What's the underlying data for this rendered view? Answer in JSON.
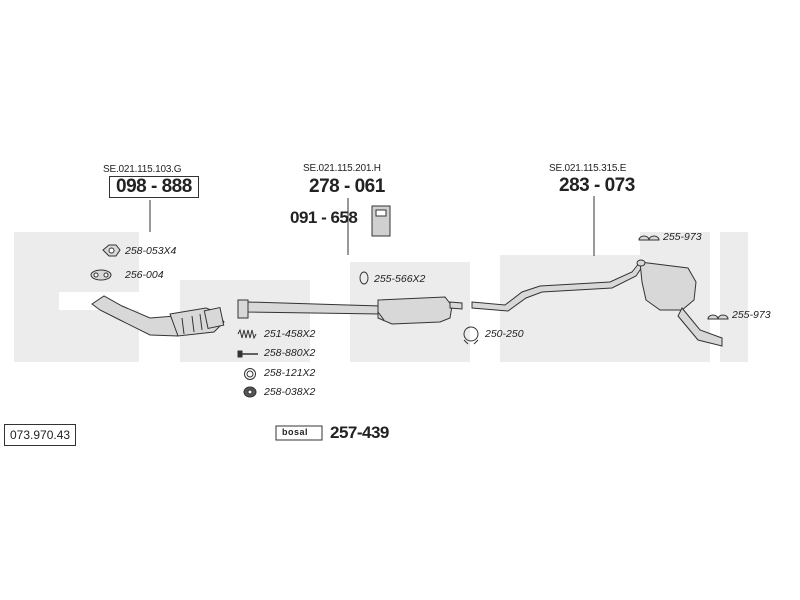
{
  "catalog_number": "073.970.43",
  "groups": [
    {
      "oe_ref": "SE.021.115.103.G",
      "part_no": "098 - 888",
      "boxed": true
    },
    {
      "oe_ref": "SE.021.115.201.H",
      "part_no": "278 - 061",
      "boxed": false
    },
    {
      "oe_ref": "SE.021.115.315.E",
      "part_no": "283 - 073",
      "boxed": false
    }
  ],
  "bracket": {
    "part_no": "091 - 658"
  },
  "hardware": {
    "nut": "258-053X4",
    "gasket_front": "256-004",
    "spring": "251-458X2",
    "bolt": "258-880X2",
    "ring": "258-121X2",
    "nut2": "258-038X2",
    "clamp_mid": "255-566X2",
    "clamp_connector": "250-250",
    "hanger_top": "255-973",
    "hanger_right": "255-973"
  },
  "kit": {
    "logo": "bosal",
    "part_no": "257-439"
  },
  "watermark": "bosal",
  "colors": {
    "line": "#333333",
    "part_fill": "#d8d8d8",
    "watermark": "#ececec"
  }
}
